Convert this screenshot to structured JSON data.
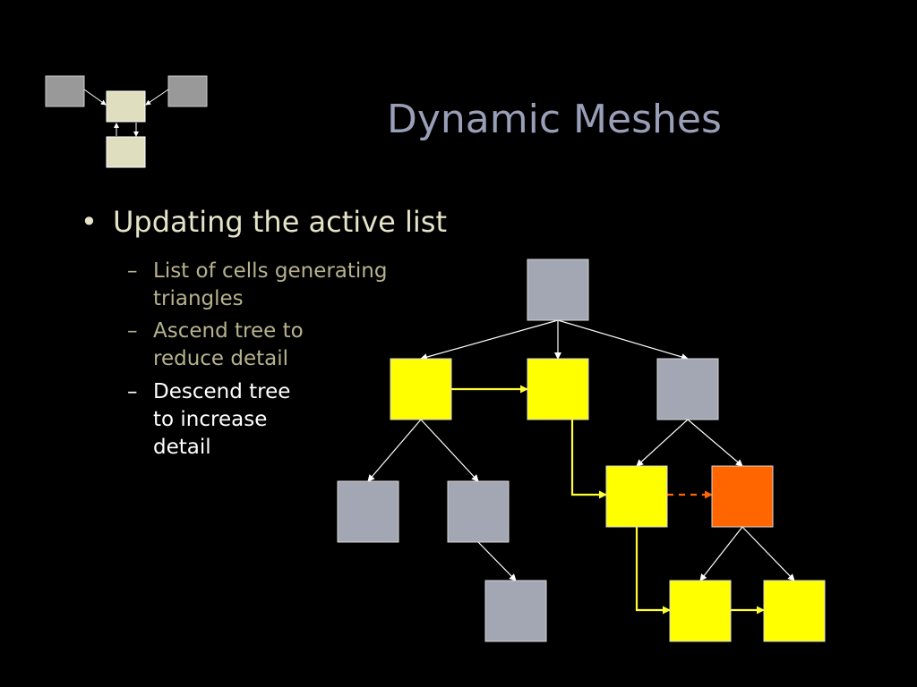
{
  "slide": {
    "title": "Dynamic Meshes",
    "bullet": "Updating the active list",
    "subitems": [
      {
        "lines": [
          "List of cells generating",
          "triangles"
        ],
        "highlight": false
      },
      {
        "lines": [
          "Ascend tree to",
          "reduce detail"
        ],
        "highlight": false
      },
      {
        "lines": [
          "Descend tree",
          "to increase",
          "detail"
        ],
        "highlight": true
      }
    ]
  },
  "colors": {
    "background": "#000000",
    "title": "#9a9fb8",
    "bullet_text": "#e6e4c8",
    "subitem_text": "#b7b28e",
    "subitem_highlight": "#ffffff",
    "node_inactive": "#a3a6b3",
    "node_active": "#ffff00",
    "node_current": "#ff6600",
    "tree_edge": "#ffffff",
    "active_link": "#ffff33",
    "logo_gray": "#999999",
    "logo_cream": "#dfdfbf"
  },
  "diagram": {
    "nodes": [
      {
        "id": "root",
        "state": "inactive"
      },
      {
        "id": "a",
        "state": "active"
      },
      {
        "id": "b",
        "state": "active"
      },
      {
        "id": "c",
        "state": "inactive"
      },
      {
        "id": "a1",
        "state": "inactive"
      },
      {
        "id": "a2",
        "state": "inactive"
      },
      {
        "id": "a2a",
        "state": "inactive"
      },
      {
        "id": "c1",
        "state": "active"
      },
      {
        "id": "c2",
        "state": "current"
      },
      {
        "id": "c2a",
        "state": "active"
      },
      {
        "id": "c2b",
        "state": "active"
      }
    ],
    "tree_edges": [
      [
        "root",
        "a"
      ],
      [
        "root",
        "b"
      ],
      [
        "root",
        "c"
      ],
      [
        "a",
        "a1"
      ],
      [
        "a",
        "a2"
      ],
      [
        "a2",
        "a2a"
      ],
      [
        "c",
        "c1"
      ],
      [
        "c",
        "c2"
      ],
      [
        "c2",
        "c2a"
      ],
      [
        "c2",
        "c2b"
      ]
    ],
    "active_list_links": [
      {
        "from": "a",
        "to": "b",
        "style": "solid"
      },
      {
        "from": "b",
        "to": "c1",
        "style": "solid"
      },
      {
        "from": "c1",
        "to": "c2",
        "style": "dashed"
      },
      {
        "from": "c1",
        "to": "c2a",
        "style": "solid"
      },
      {
        "from": "c2a",
        "to": "c2b",
        "style": "solid"
      }
    ]
  }
}
